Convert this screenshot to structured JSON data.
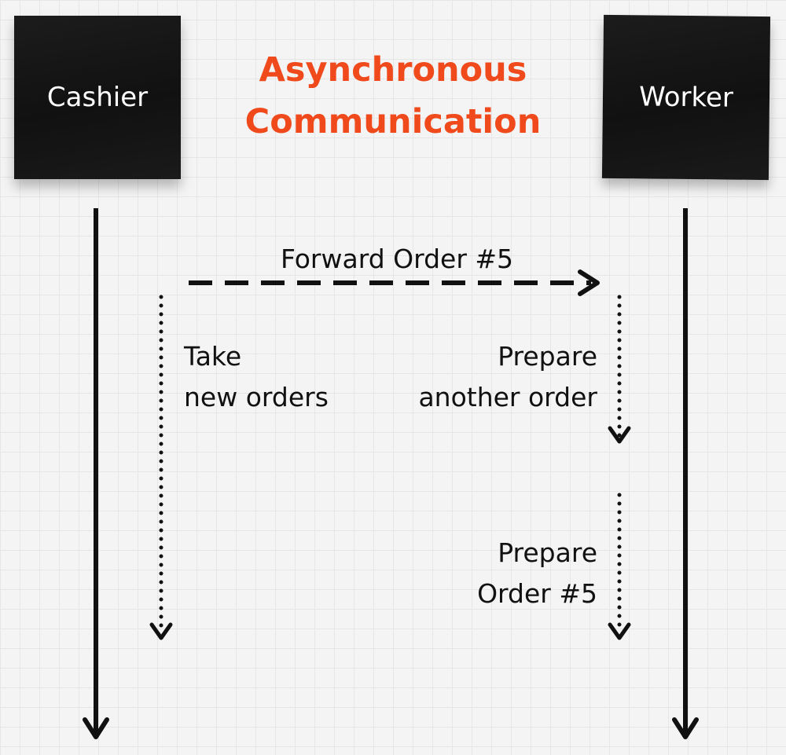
{
  "title": {
    "line1": "Asynchronous",
    "line2": "Communication"
  },
  "actors": {
    "cashier": "Cashier",
    "worker": "Worker"
  },
  "message": {
    "label": "Forward Order #5"
  },
  "activities": {
    "cashier": {
      "line1": "Take",
      "line2": "new orders"
    },
    "worker_first": {
      "line1": "Prepare",
      "line2": "another order"
    },
    "worker_second": {
      "line1": "Prepare",
      "line2": "Order #5"
    }
  },
  "colors": {
    "title": "#f04a1c",
    "actor_fill": "#111111",
    "actor_text": "#ffffff",
    "lines": "#111111"
  }
}
